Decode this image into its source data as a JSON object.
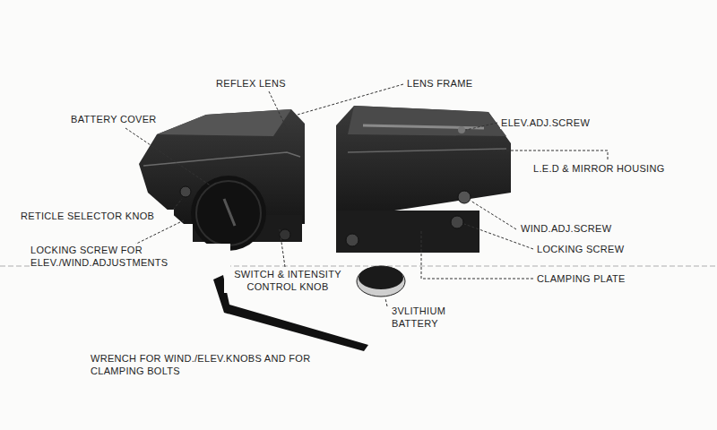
{
  "diagram": {
    "labels": [
      "REFLEX LENS",
      "LENS FRAME",
      "BATTERY COVER",
      "ELEV.ADJ.SCREW",
      "L.E.D & MIRROR HOUSING",
      "RETICLE SELECTOR KNOB",
      "WIND.ADJ.SCREW",
      "LOCKING SCREW FOR ELEV./WIND.ADJUSTMENTS",
      "LOCKING SCREW",
      "SWITCH & INTENSITY CONTROL KNOB",
      "CLAMPING PLATE",
      "3VLITHIUM BATTERY",
      "WRENCH FOR WIND./ELEV.KNOBS AND FOR CLAMPING BOLTS"
    ]
  }
}
